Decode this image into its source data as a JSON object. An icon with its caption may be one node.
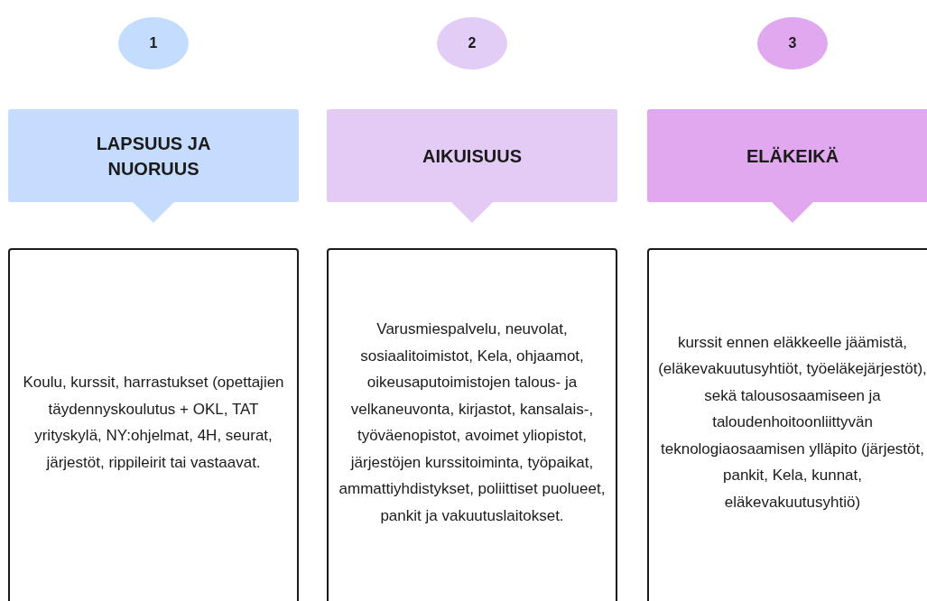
{
  "diagram": {
    "nodes": [
      {
        "text": [
          "1"
        ]
      },
      {
        "text": [
          "2"
        ]
      },
      {
        "text": [
          "3"
        ]
      },
      {
        "text": [
          "LAPSUUS JA NUORUUS"
        ]
      },
      {
        "text": [
          "AIKUISUUS"
        ]
      },
      {
        "text": [
          "ELÄKEIKÄ"
        ]
      },
      {
        "text": [
          "Koulu, kurssit, harrastukset (opettajien täydennyskoulutus + OKL, TAT yrityskylä, NY:ohjelmat, 4H, seurat, järjestöt, rippileirit tai vastaavat."
        ]
      },
      {
        "text": [
          "Varusmiespalvelu, neuvolat, sosiaalitoimistot, Kela, ohjaamot, oikeusaputoimistojen talous- ja velkaneuvonta, kirjastot, kansalais-, työväenopistot, avoimet yliopistot, järjestöjen kurssitoiminta, työpaikat, ammattiyhdistykset, poliittiset puolueet, pankit ja vakuutuslaitokset."
        ]
      },
      {
        "text": [
          "kurssit ennen eläkkeelle jäämistä, (eläkevakuutusyhtiöt, työeläkejärjestöt), sekä talousosaamiseen ja taloudenhoitoonliittyvän teknologiaosaamisen ylläpito (järjestöt, pankit, Kela, kunnat, eläkevakuutusyhtiö)"
        ]
      }
    ],
    "edges": []
  }
}
